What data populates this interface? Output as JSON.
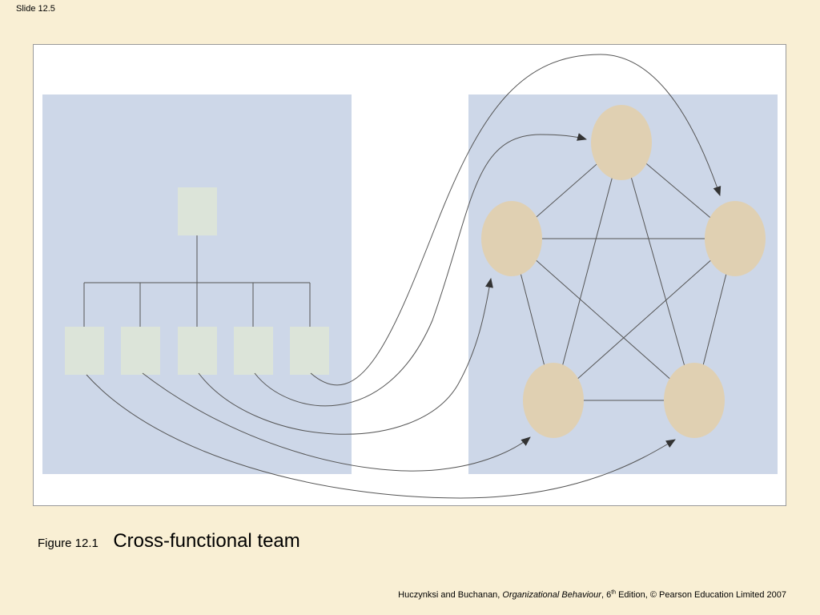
{
  "slide": {
    "number": "Slide 12.5"
  },
  "figure": {
    "label": "Figure 12.1",
    "title": "Cross-functional team"
  },
  "footer": {
    "authors": "Huczynksi and Buchanan, ",
    "book": "Organizational Behaviour",
    "edition_pre": ", 6",
    "edition_sup": "th",
    "edition_post": " Edition, © Pearson Education Limited 2007"
  },
  "colors": {
    "panel": "#cdd7e8",
    "box": "#dce4d9",
    "node": "#e0d0b2",
    "line": "#555555",
    "background": "#f9efd4"
  }
}
